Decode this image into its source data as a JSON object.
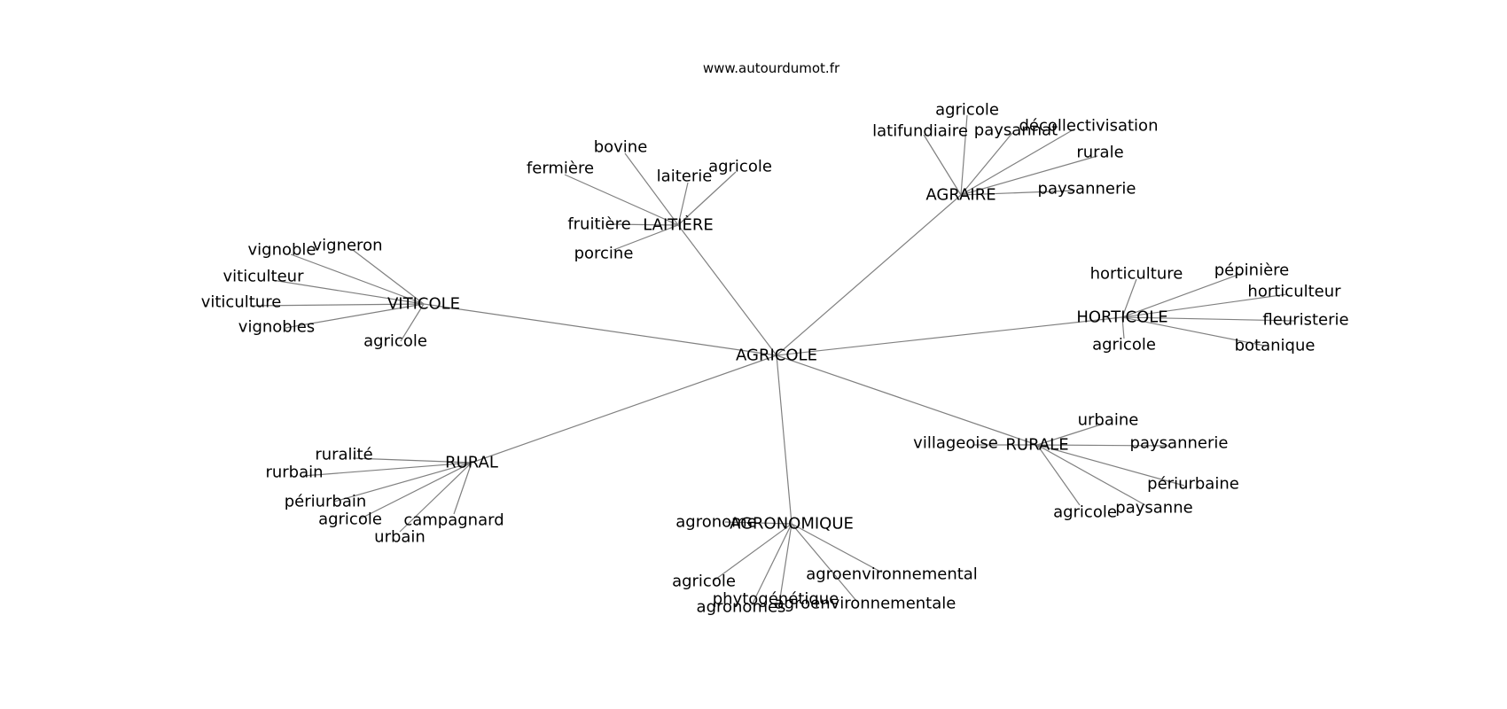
{
  "header": {
    "site": "www.autourdumot.fr"
  },
  "graph": {
    "root": "AGRICOLE",
    "hubs": [
      {
        "label": "LAITIÈRE",
        "leaves": [
          "bovine",
          "fermière",
          "laiterie",
          "agricole",
          "fruitière",
          "porcine"
        ]
      },
      {
        "label": "AGRAIRE",
        "leaves": [
          "agricole",
          "latifundiaire",
          "paysannat",
          "décollectivisation",
          "rurale",
          "paysannerie"
        ]
      },
      {
        "label": "VITICOLE",
        "leaves": [
          "vignoble",
          "vigneron",
          "viticulteur",
          "viticulture",
          "vignobles",
          "agricole"
        ]
      },
      {
        "label": "HORTICOLE",
        "leaves": [
          "horticulture",
          "pépinière",
          "horticulteur",
          "fleuristerie",
          "agricole",
          "botanique"
        ]
      },
      {
        "label": "RURALE",
        "leaves": [
          "urbaine",
          "villageoise",
          "paysannerie",
          "périurbaine",
          "agricole",
          "paysanne"
        ]
      },
      {
        "label": "RURAL",
        "leaves": [
          "ruralité",
          "rurbain",
          "périurbain",
          "agricole",
          "campagnard",
          "urbain"
        ]
      },
      {
        "label": "AGRONOMIQUE",
        "leaves": [
          "agronome",
          "agroenvironnemental",
          "agricole",
          "phytogénétique",
          "agroenvironnementale",
          "agronomes"
        ]
      }
    ]
  }
}
